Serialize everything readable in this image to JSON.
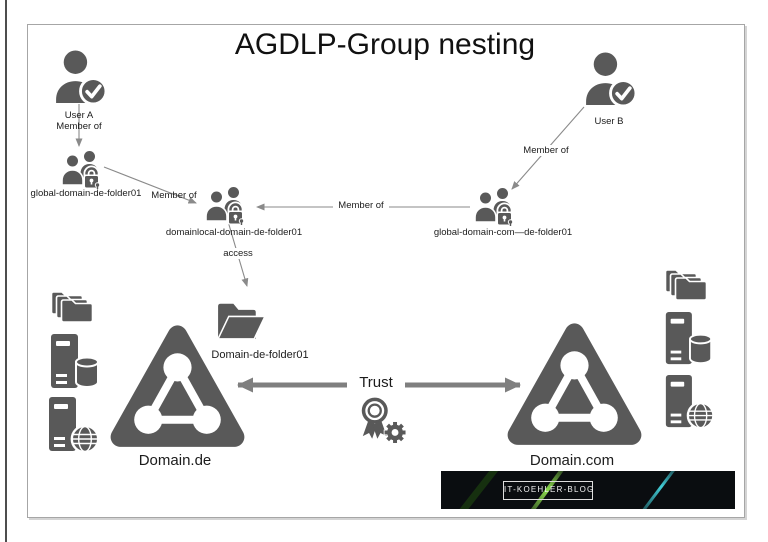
{
  "title": "AGDLP-Group nesting",
  "nodes": {
    "user_a": {
      "label": "User A",
      "member_of": "Member of"
    },
    "user_b": {
      "label": "User B"
    },
    "group_global_de": {
      "label": "global-domain-de-folder01"
    },
    "group_domainlocal": {
      "label": "domainlocal-domain-de-folder01"
    },
    "group_global_com": {
      "label": "global-domain-com—de-folder01"
    },
    "folder_share": {
      "label": "Domain-de-folder01"
    },
    "domain_de": {
      "label": "Domain.de"
    },
    "domain_com": {
      "label": "Domain.com"
    }
  },
  "edges": {
    "global_de_to_domainlocal": {
      "label": "Member of"
    },
    "global_com_to_domainlocal": {
      "label": "Member of"
    },
    "user_b_to_global_com": {
      "label": "Member of"
    },
    "domainlocal_to_folder": {
      "label": "access"
    },
    "trust": {
      "label": "Trust"
    }
  },
  "banner": {
    "text": "IT-KOEHLER-BLOG"
  },
  "colors": {
    "icon_gray": "#595959",
    "connector_gray": "#8a8a8a",
    "trust_gray": "#7f7f7f",
    "text": "#1c1c1c",
    "frame": "#a6a6a6",
    "banner_bg": "#0a0d10",
    "streak_green": "#8bdb4d",
    "streak_teal": "#41ccd6"
  },
  "icons": {
    "users": "user-check-icon",
    "groups": "group-lock-icon",
    "share": "open-folder-icon",
    "folder_stack": "stacked-folders-icon",
    "server_db": "server-database-icon",
    "server_globe": "server-globe-icon",
    "domain": "domain-triangle-icon",
    "trust_badge": "certificate-ribbon-icon",
    "trust_gear": "gear-icon"
  }
}
